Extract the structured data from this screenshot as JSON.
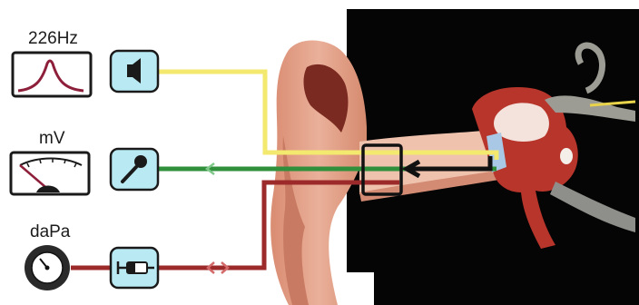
{
  "labels": {
    "frequency": "226Hz",
    "voltage": "mV",
    "pressure": "daPa"
  },
  "colors": {
    "probe_tone_line": "#f3e96e",
    "microphone_line": "#2f8f3a",
    "pump_line": "#9c2a2a",
    "device_fill": "#b9e9f2",
    "instrument_stroke": "#1a1a1a",
    "curve": "#8e1f3a",
    "background_dark": "#050505",
    "skin": "#e8a689"
  },
  "icons": {
    "speaker": "speaker-icon",
    "microphone": "microphone-icon",
    "pump": "syringe-pump-icon",
    "resonance": "resonance-curve-icon",
    "meter": "voltmeter-icon",
    "gauge": "pressure-gauge-icon"
  }
}
